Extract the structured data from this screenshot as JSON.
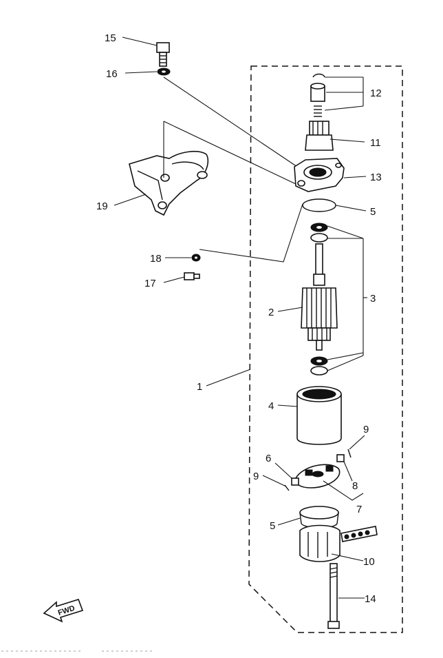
{
  "callouts": {
    "c1": "1",
    "c2": "2",
    "c3": "3",
    "c4": "4",
    "c5a": "5",
    "c5b": "5",
    "c6": "6",
    "c7": "7",
    "c8": "8",
    "c9a": "9",
    "c9b": "9",
    "c10": "10",
    "c11": "11",
    "c12": "12",
    "c13": "13",
    "c14": "14",
    "c15": "15",
    "c16": "16",
    "c17": "17",
    "c18": "18",
    "c19": "19"
  },
  "fwd_label": "FWD"
}
